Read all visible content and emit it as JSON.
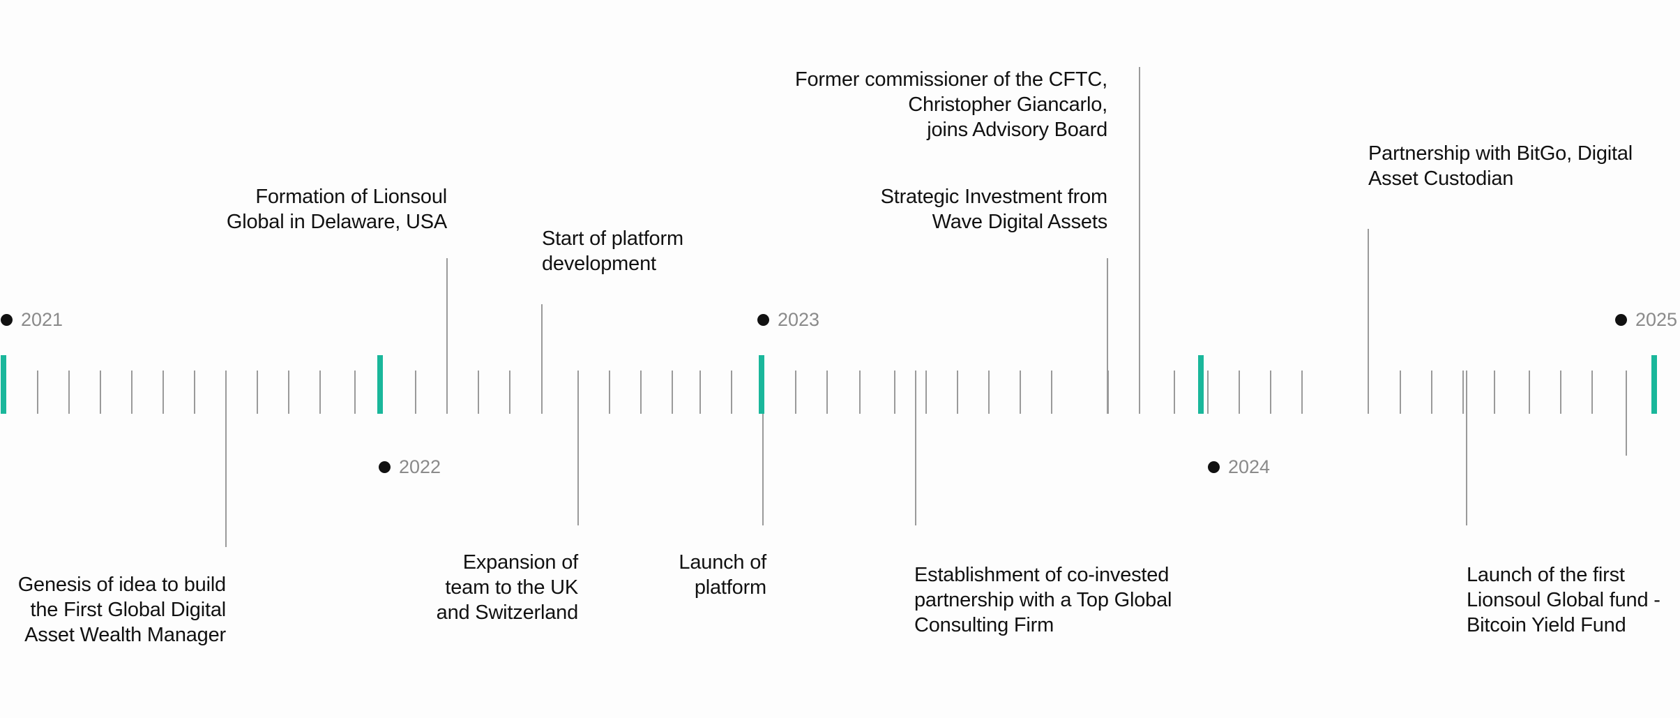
{
  "accent_color": "#1ab79b",
  "years": [
    "2021",
    "2022",
    "2023",
    "2024",
    "2025"
  ],
  "events": [
    {
      "text": "Genesis of idea to build\nthe First Global Digital\nAsset Wealth Manager"
    },
    {
      "text": "Formation of Lionsoul\nGlobal in Delaware, USA"
    },
    {
      "text": "Start of platform\ndevelopment"
    },
    {
      "text": "Expansion of\nteam to the UK\nand Switzerland"
    },
    {
      "text": "Launch of\nplatform"
    },
    {
      "text": "Establishment of co-invested\npartnership with a Top Global\nConsulting Firm"
    },
    {
      "text": "Strategic Investment from\nWave Digital Assets"
    },
    {
      "text": "Former commissioner of the CFTC,\nChristopher Giancarlo,\njoins Advisory Board"
    },
    {
      "text": "Partnership with BitGo, Digital\nAsset Custodian"
    },
    {
      "text": "Launch of the first\nLionsoul Global fund -\nBitcoin Yield Fund"
    }
  ]
}
